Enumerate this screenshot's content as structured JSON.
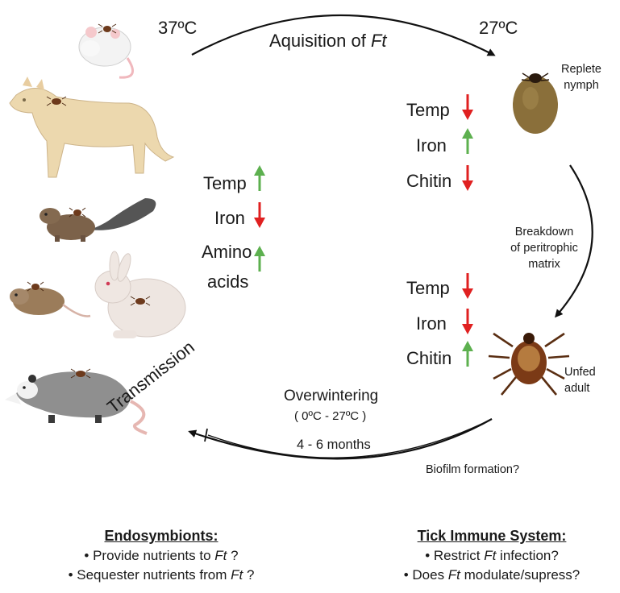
{
  "temps": {
    "host": "37ºC",
    "tick": "27ºC"
  },
  "top_arrow": {
    "prefix": "Aquisition of ",
    "italic": "Ft"
  },
  "labels": {
    "replete_line1": "Replete",
    "replete_line2": "nymph",
    "unfed_line1": "Unfed",
    "unfed_line2": "adult",
    "breakdown_line1": "Breakdown",
    "breakdown_line2": "of peritrophic",
    "breakdown_line3": "matrix",
    "transmission": "Transmission",
    "overwintering": "Overwintering",
    "overwintering_range": "( 0ºC - 27ºC )",
    "duration": "4 - 6 months",
    "biofilm": "Biofilm formation?"
  },
  "host_factors": [
    {
      "text": "Temp",
      "direction": "up"
    },
    {
      "text": "Iron",
      "direction": "down"
    },
    {
      "text": "Amino",
      "text2": "acids",
      "direction": "up"
    }
  ],
  "nymph_factors": [
    {
      "text": "Temp",
      "direction": "down"
    },
    {
      "text": "Iron",
      "direction": "up"
    },
    {
      "text": "Chitin",
      "direction": "down"
    }
  ],
  "adult_factors": [
    {
      "text": "Temp",
      "direction": "down"
    },
    {
      "text": "Iron",
      "direction": "down"
    },
    {
      "text": "Chitin",
      "direction": "up"
    }
  ],
  "endosymbionts": {
    "heading": "Endosymbionts:",
    "b1_pre": "• Provide nutrients to ",
    "b1_it": "Ft",
    "b1_post": " ?",
    "b2_pre": "• Sequester nutrients from ",
    "b2_it": "Ft",
    "b2_post": " ?"
  },
  "immune": {
    "heading": "Tick Immune System:",
    "b1_pre": "• Restrict ",
    "b1_it": "Ft",
    "b1_post": " infection?",
    "b2_pre": "• Does ",
    "b2_it": "Ft",
    "b2_post": " modulate/supress?"
  },
  "colors": {
    "up_arrow": "#5db04f",
    "down_arrow": "#e02020",
    "cycle_arrow": "#111111",
    "tick_body": "#8a6f3a",
    "cat": "#e8d4a8",
    "squirrel": "#6e5a48",
    "rabbit": "#ece4df",
    "opossum": "#8f8f8f"
  },
  "icons": [
    "mouse-icon",
    "cat-icon",
    "squirrel-icon",
    "vole-icon",
    "rabbit-icon",
    "opossum-icon",
    "engorged-nymph-icon",
    "adult-tick-icon"
  ]
}
